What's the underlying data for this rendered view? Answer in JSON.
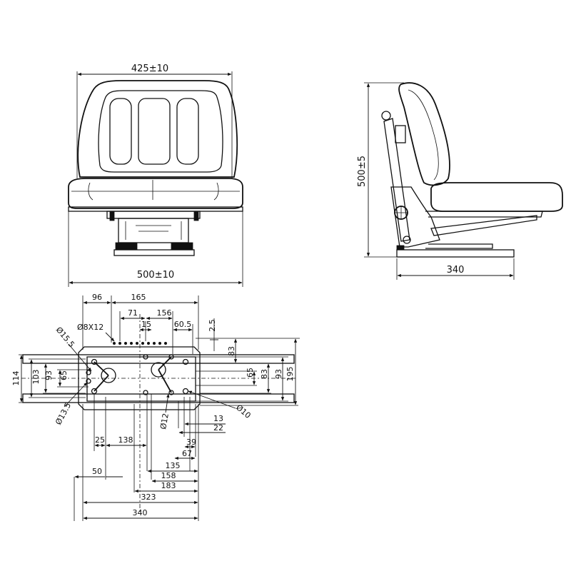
{
  "front_view": {
    "width_top": "425±10",
    "width_bottom": "500±10"
  },
  "side_view": {
    "height": "500±5",
    "depth": "340"
  },
  "plan_view": {
    "top_dims": [
      "96",
      "165",
      "71",
      "156",
      "15",
      "60.5",
      "2.5"
    ],
    "slot_label": "Ø8X12",
    "hole_15": "Ø15.5",
    "hole_13": "Ø13.5",
    "hole_12": "Ø12",
    "hole_10": "Ø10",
    "left_dims": [
      "114",
      "103",
      "93",
      "65"
    ],
    "right_dims": [
      "83",
      "65",
      "83",
      "93",
      "195"
    ],
    "right_small": [
      "13",
      "22",
      "39",
      "67"
    ],
    "bottom_dims": [
      "25",
      "138",
      "50",
      "135",
      "158",
      "183",
      "323",
      "340"
    ]
  }
}
